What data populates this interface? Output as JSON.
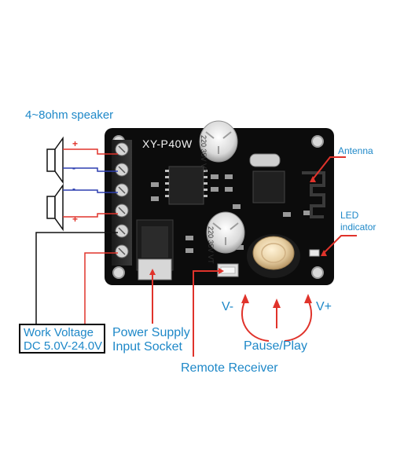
{
  "board": {
    "model": "XY-P40W"
  },
  "capacitors": [
    {
      "value": "220",
      "voltage": "35V",
      "series": "VT"
    },
    {
      "value": "220",
      "voltage": "35V",
      "series": "VT"
    }
  ],
  "labels": {
    "speaker": "4~8ohm speaker",
    "antenna": "Antenna",
    "led_line1": "LED",
    "led_line2": "indicator",
    "power_line1": "Power Supply",
    "power_line2": "Input Socket",
    "work_voltage_line1": "Work Voltage",
    "work_voltage_line2": "DC 5.0V-24.0V",
    "remote": "Remote Receiver",
    "v_minus": "V-",
    "v_plus": "V+",
    "pause_play": "Pause/Play"
  },
  "polarity": {
    "plus": "+",
    "minus": "-"
  },
  "colors": {
    "label": "#1e88c8",
    "pointer": "#e0332b",
    "plus": "#e0332b",
    "minus": "#2d3fb0",
    "board": "#0c0c0c"
  }
}
